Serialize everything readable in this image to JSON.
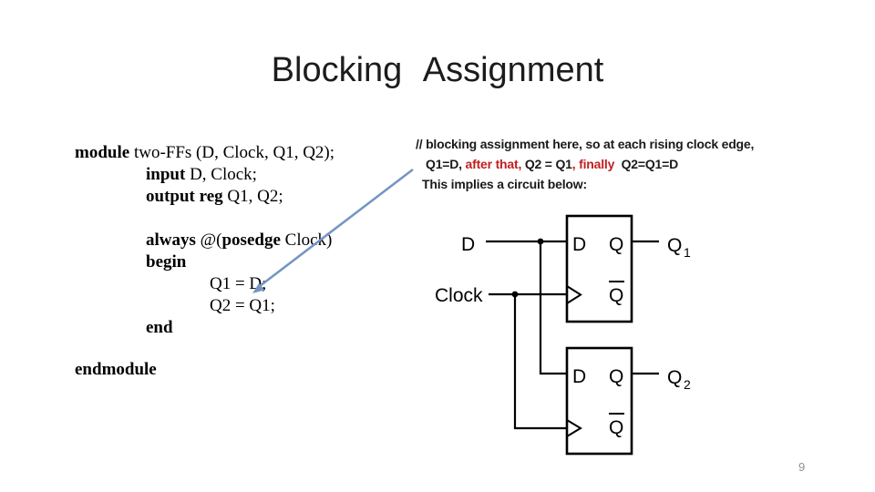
{
  "slide": {
    "title": "Blocking Assignment",
    "page_number": "9"
  },
  "code": {
    "l1_kw": "module",
    "l1_rest": " two-FFs (D, Clock, Q1, Q2);",
    "l2_kw": "input",
    "l2_rest": " D, Clock;",
    "l3_kw": "output reg",
    "l3_rest": " Q1, Q2;",
    "l4_kw1": "always ",
    "l4_mid": "@(",
    "l4_kw2": "posedge",
    "l4_rest": " Clock)",
    "l5_kw": "begin",
    "l6": "Q1 = D;",
    "l7": "Q2 = Q1;",
    "l8_kw": "end",
    "l9_kw": "endmodule"
  },
  "comment": {
    "line1": "// blocking assignment here, so at each rising clock edge,",
    "line2_a": "Q1=D, ",
    "line2_b": "after that,",
    "line2_c": " Q2 = Q1",
    "line2_d": ", finally",
    "line2_e": "  Q2=Q1=D",
    "line3": "This implies a circuit below:",
    "red_color": "#c02020"
  },
  "callout": {
    "color": "#7596c1"
  },
  "circuit": {
    "line_color": "#000000",
    "input_d_label": "D",
    "input_clock_label": "Clock",
    "ff1": {
      "d": "D",
      "q": "Q",
      "qbar": "Q",
      "out": "Q",
      "out_sub": "1"
    },
    "ff2": {
      "d": "D",
      "q": "Q",
      "qbar": "Q",
      "out": "Q",
      "out_sub": "2"
    }
  }
}
